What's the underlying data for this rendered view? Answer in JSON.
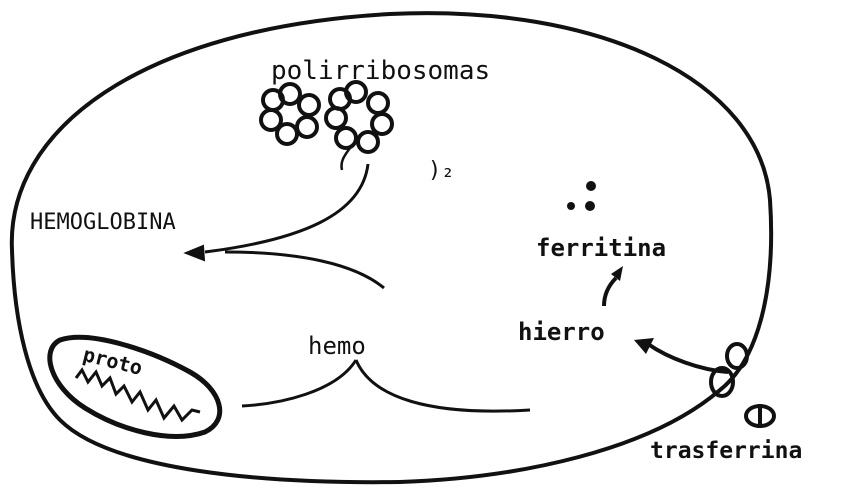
{
  "labels": {
    "polyribosomes": "polirribosomas",
    "subscript": ")₂",
    "hemoglobin": "HEMOGLOBINA",
    "ferritin": "ferritina",
    "iron": "hierro",
    "heme": "hemo",
    "proto": "proto",
    "transferrin": "trasferrina"
  },
  "colors": {
    "ink": "#111111",
    "background": "#ffffff"
  }
}
